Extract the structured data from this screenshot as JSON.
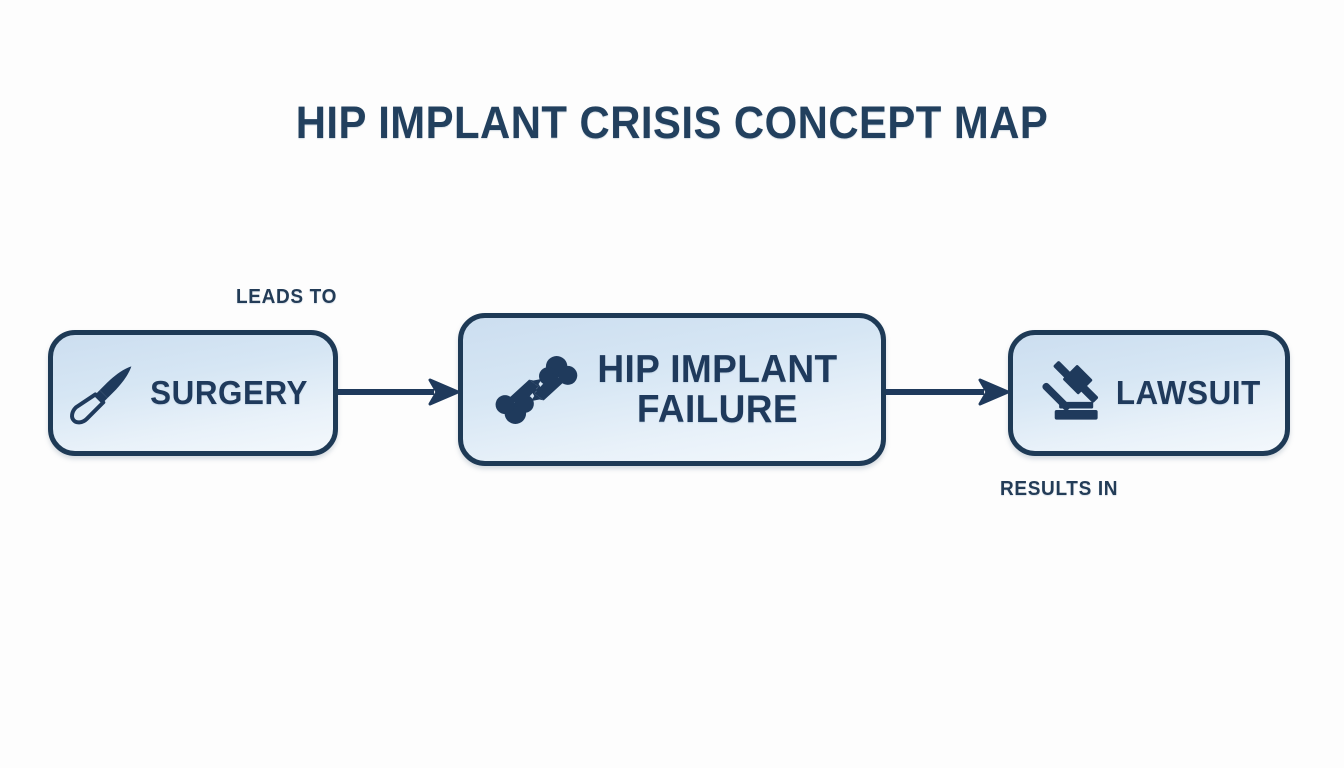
{
  "page": {
    "title": "HIP IMPLANT CRISIS CONCEPT MAP",
    "background_color": "#fdfdfd",
    "accent_color": "#1e3a56",
    "text_color": "#1f3a5c",
    "node_fill_top": "#ccdef0",
    "node_fill_bottom": "#f3f8fc"
  },
  "diagram": {
    "type": "concept-map",
    "nodes": [
      {
        "id": "surgery",
        "label": "SURGERY",
        "icon": "scalpel-icon"
      },
      {
        "id": "failure",
        "label": "HIP IMPLANT\nFAILURE",
        "icon": "broken-bone-icon"
      },
      {
        "id": "lawsuit",
        "label": "LAWSUIT",
        "icon": "gavel-icon"
      }
    ],
    "edges": [
      {
        "id": "edge-1",
        "from": "surgery",
        "to": "failure",
        "label": "LEADS TO",
        "icon": "arrow-right-icon"
      },
      {
        "id": "edge-2",
        "from": "failure",
        "to": "lawsuit",
        "label": "RESULTS IN",
        "icon": "arrow-right-icon"
      }
    ]
  }
}
